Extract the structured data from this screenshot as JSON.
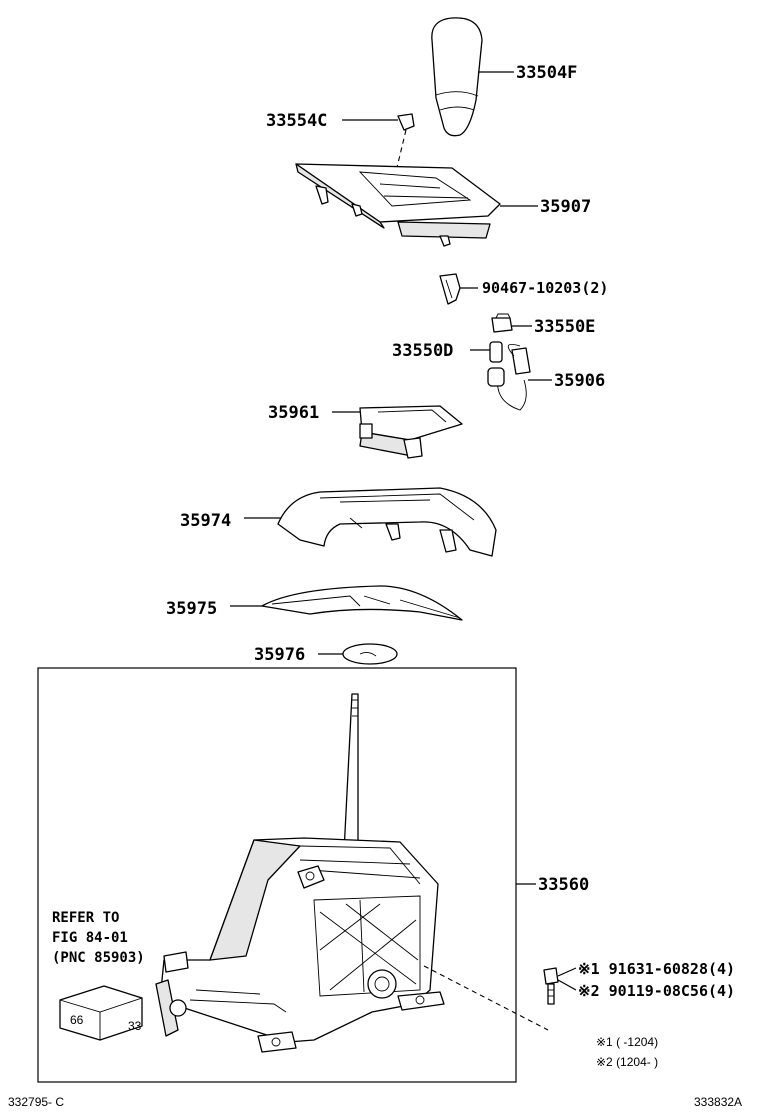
{
  "parts": {
    "p33504f": "33504F",
    "p33554c": "33554C",
    "p35907": "35907",
    "p90467": "90467-10203(2)",
    "p33550e": "33550E",
    "p33550d": "33550D",
    "p35906": "35906",
    "p35961": "35961",
    "p35974": "35974",
    "p35975": "35975",
    "p35976": "35976",
    "p33560": "33560",
    "p91631": "※1 91631-60828(4)",
    "p90119": "※2 90119-08C56(4)"
  },
  "refer": {
    "line1": "REFER TO",
    "line2": "FIG 84-01",
    "line3": "(PNC 85903)"
  },
  "notes": {
    "n1": "※1 (     -1204)",
    "n2": "※2 (1204-     )"
  },
  "footer": {
    "left_code": "332795- C",
    "right_code": "333832A"
  }
}
